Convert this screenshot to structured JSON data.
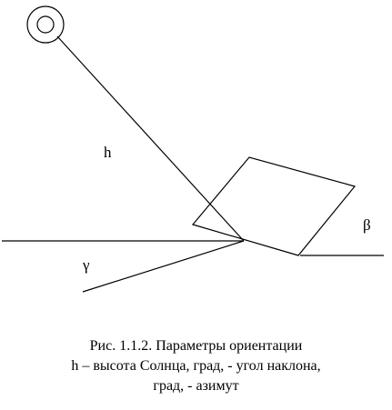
{
  "labels": {
    "h": "h",
    "beta": "β",
    "gamma": "γ"
  },
  "caption": {
    "line1": "Рис. 1.1.2.  Параметры ориентации",
    "line2": "h – высота Солнца, град,  - угол наклона,",
    "line3": "град,  - азимут"
  }
}
